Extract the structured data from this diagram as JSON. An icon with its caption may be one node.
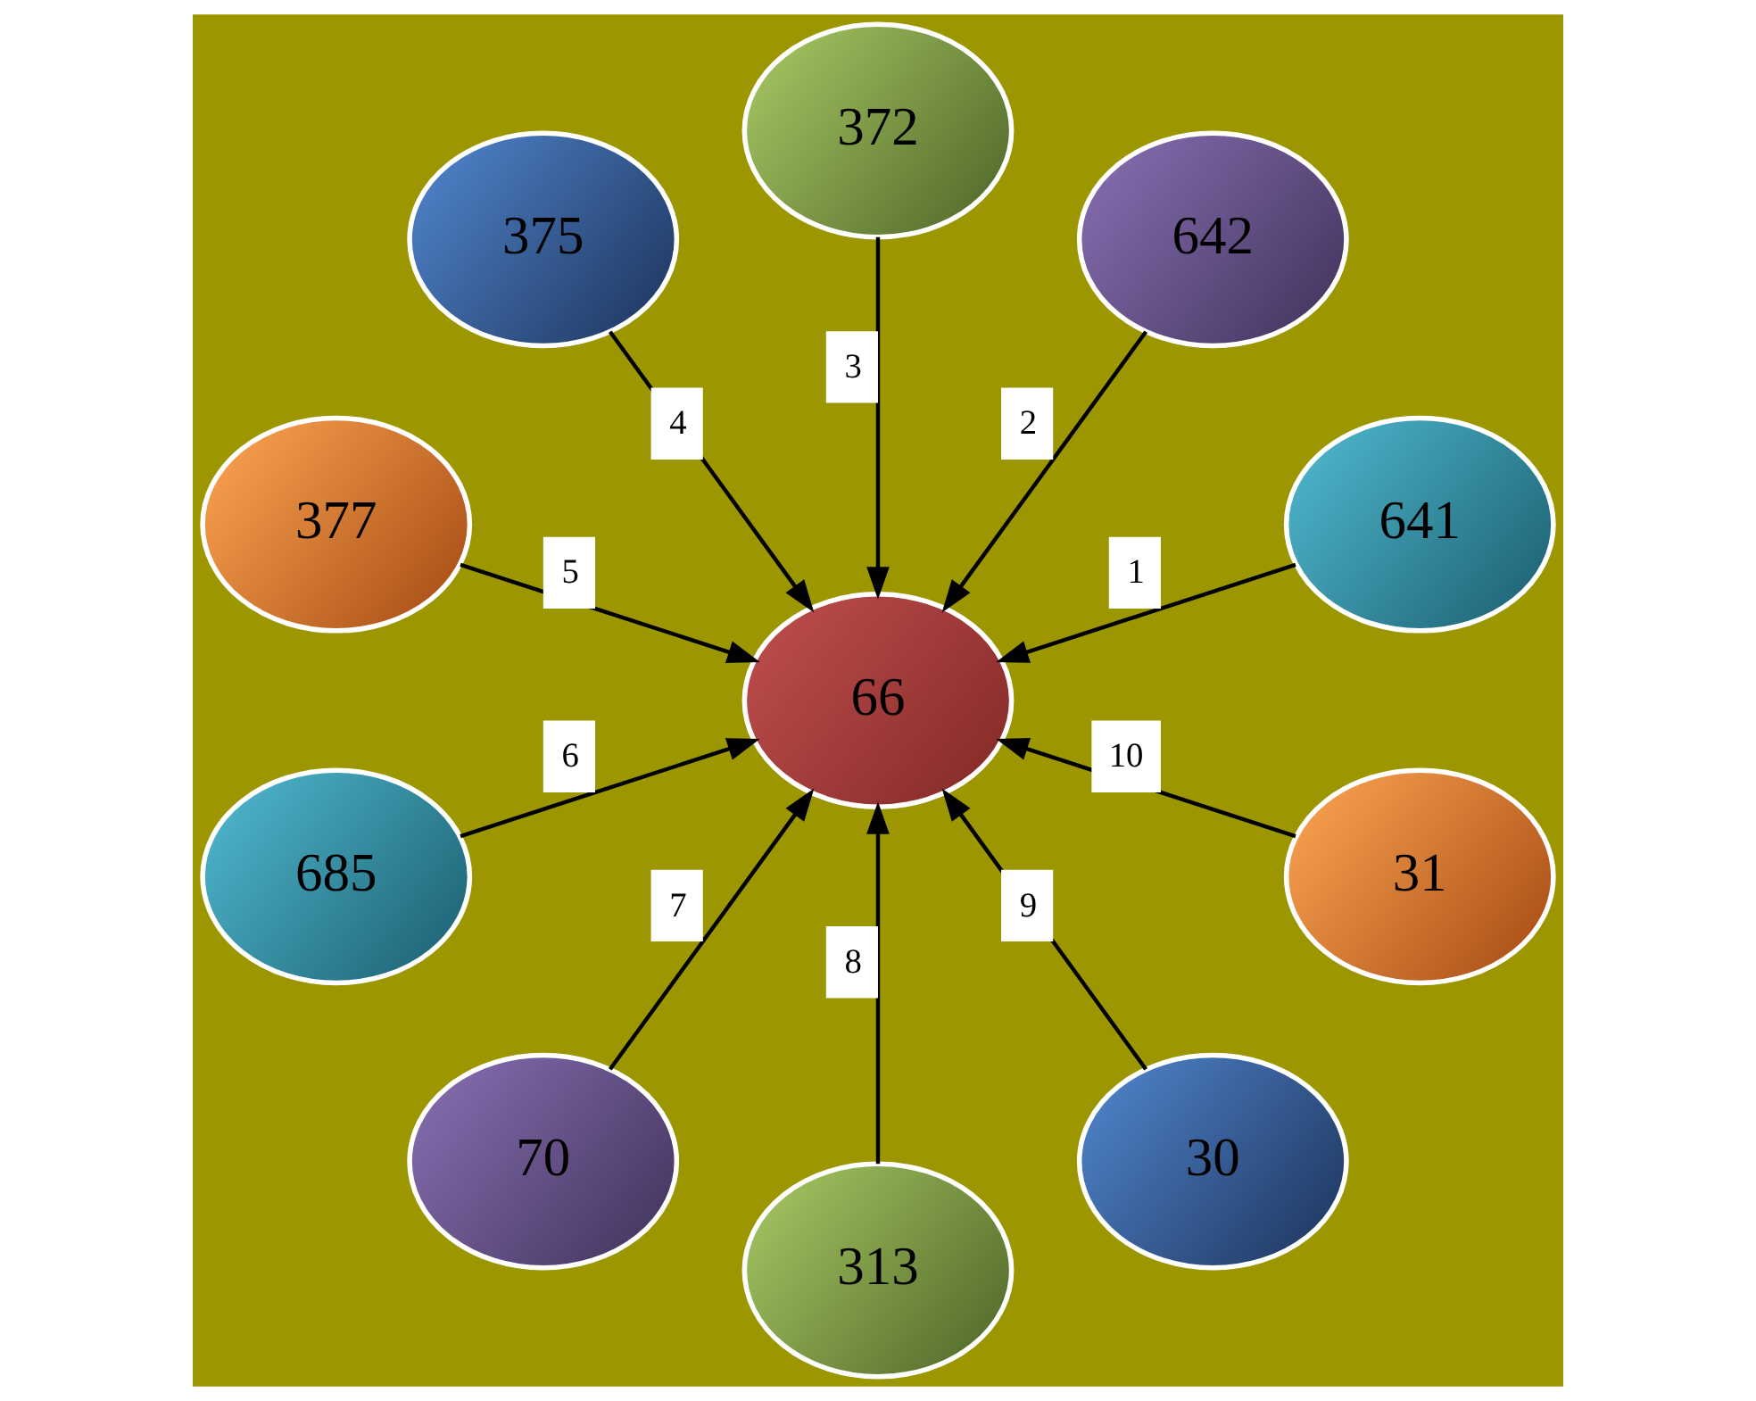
{
  "diagram": {
    "nodes": [
      {
        "text": [
          "66"
        ]
      },
      {
        "text": [
          "641"
        ]
      },
      {
        "text": [
          "642"
        ]
      },
      {
        "text": [
          "372"
        ]
      },
      {
        "text": [
          "375"
        ]
      },
      {
        "text": [
          "377"
        ]
      },
      {
        "text": [
          "685"
        ]
      },
      {
        "text": [
          "70"
        ]
      },
      {
        "text": [
          "313"
        ]
      },
      {
        "text": [
          "30"
        ]
      },
      {
        "text": [
          "31"
        ]
      }
    ],
    "edges": [
      {
        "from": 1,
        "to": 0,
        "arrow": "to",
        "label": "1"
      },
      {
        "from": 2,
        "to": 0,
        "arrow": "to",
        "label": "2"
      },
      {
        "from": 3,
        "to": 0,
        "arrow": "to",
        "label": "3"
      },
      {
        "from": 4,
        "to": 0,
        "arrow": "to",
        "label": "4"
      },
      {
        "from": 5,
        "to": 0,
        "arrow": "to",
        "label": "5"
      },
      {
        "from": 6,
        "to": 0,
        "arrow": "to",
        "label": "6"
      },
      {
        "from": 7,
        "to": 0,
        "arrow": "to",
        "label": "7"
      },
      {
        "from": 8,
        "to": 0,
        "arrow": "to",
        "label": "8"
      },
      {
        "from": 9,
        "to": 0,
        "arrow": "to",
        "label": "9"
      },
      {
        "from": 10,
        "to": 0,
        "arrow": "to",
        "label": "10"
      }
    ]
  }
}
